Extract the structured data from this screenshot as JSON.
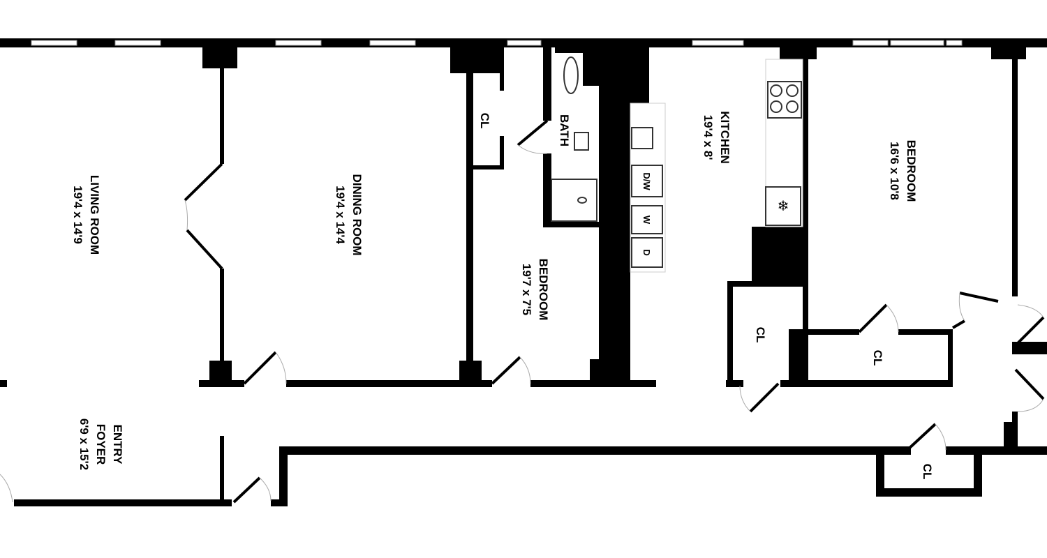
{
  "rooms": {
    "living": {
      "name": "LIVING ROOM",
      "size": "19'4 x 14'9"
    },
    "dining": {
      "name": "DINING ROOM",
      "size": "19'4 x 14'4"
    },
    "bedroom1": {
      "name": "BEDROOM",
      "size": "19'7 x 7'5"
    },
    "bath": {
      "name": "BATH"
    },
    "kitchen": {
      "name": "KITCHEN",
      "size": "19'4 x 8'"
    },
    "bedroom2": {
      "name": "BEDROOM",
      "size": "16'6 x 10'8"
    },
    "foyer": {
      "name1": "ENTRY",
      "name2": "FOYER",
      "size": "6'9 x 15'2"
    }
  },
  "closets": [
    "CL",
    "CL",
    "CL",
    "CL"
  ],
  "appliances": {
    "dishwasher": "D/W",
    "washer": "W",
    "dryer": "D"
  },
  "icons": [
    "stove-icon",
    "refrigerator-icon",
    "toilet-icon",
    "sink-icon",
    "shower-icon"
  ]
}
